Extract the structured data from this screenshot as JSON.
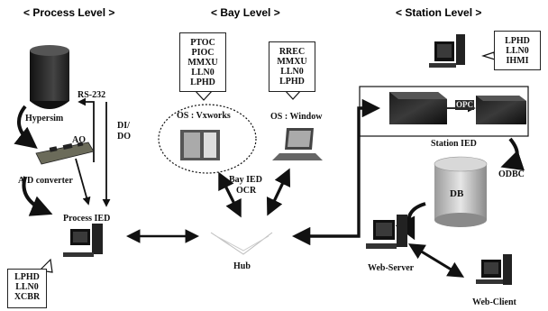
{
  "headers": {
    "process": "< Process Level >",
    "bay": "< Bay Level >",
    "station": "< Station Level >"
  },
  "process_level": {
    "hypersim": "Hypersim",
    "rs232": "RS-232",
    "ao": "AO",
    "di_do_1": "DI/",
    "di_do_2": "DO",
    "ad_converter": "A/D converter",
    "process_ied": "Process IED",
    "ln_list": [
      "LPHD",
      "LLN0",
      "XCBR"
    ]
  },
  "bay_level": {
    "vxworks_ln_list": [
      "PTOC",
      "PIOC",
      "MMXU",
      "LLN0",
      "LPHD"
    ],
    "window_ln_list": [
      "RREC",
      "MMXU",
      "LLN0",
      "LPHD"
    ],
    "os_vxworks": "OS : Vxworks",
    "os_window": "OS : Window",
    "bay_ied_1": "Bay IED",
    "bay_ied_2": "OCR",
    "hub": "Hub"
  },
  "station_level": {
    "hmi_ln_list": [
      "LPHD",
      "LLN0",
      "IHMI"
    ],
    "opc": "OPC",
    "station_ied": "Station IED",
    "odbc": "ODBC",
    "db": "DB",
    "web_server": "Web-Server",
    "web_client": "Web-Client"
  }
}
